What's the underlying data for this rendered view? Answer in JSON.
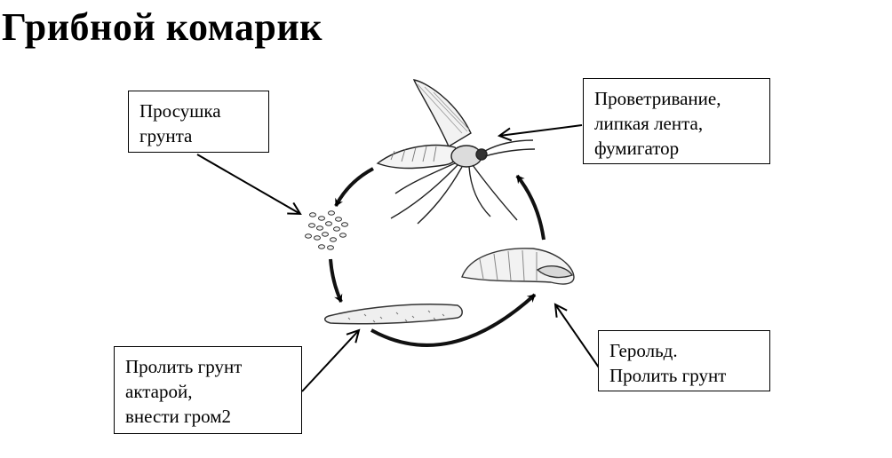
{
  "title": "Грибной комарик",
  "boxes": {
    "drying": {
      "lines": [
        "Просушка",
        "грунта"
      ]
    },
    "airing": {
      "lines": [
        "Проветривание,",
        "липкая лента,",
        "фумигатор"
      ]
    },
    "larva": {
      "lines": [
        "Пролить грунт",
        "актарой,",
        "внести гром2"
      ]
    },
    "pupa": {
      "lines": [
        "Герольд.",
        "Пролить грунт"
      ]
    }
  },
  "stages": [
    "adult-gnat",
    "eggs",
    "larva",
    "pupa"
  ]
}
